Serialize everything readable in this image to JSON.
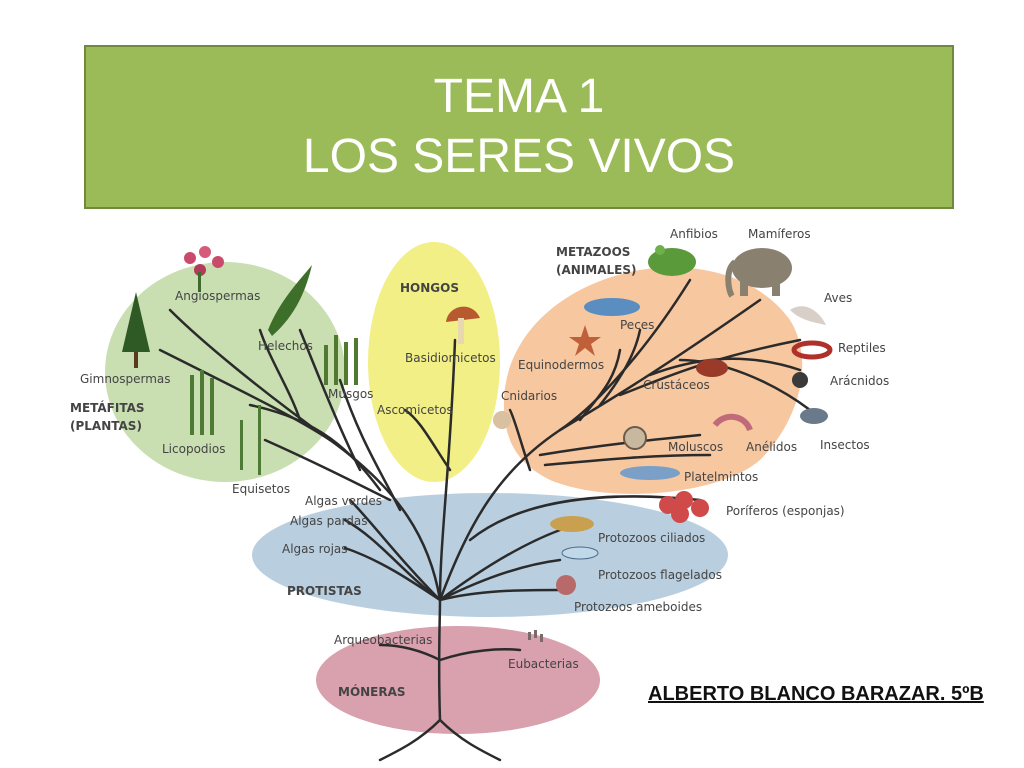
{
  "slide": {
    "title_line1": "TEMA 1",
    "title_line2": "LOS SERES VIVOS",
    "author": "ALBERTO BLANCO BARAZAR. 5ºB"
  },
  "colors": {
    "title_bg": "#9bbb59",
    "plantas_bg": "#c9dfb2",
    "hongos_bg": "#f2ef86",
    "animales_bg": "#f7c7a0",
    "protistas_bg": "#b9cfe0",
    "moneras_bg": "#d9a0ae"
  },
  "diagram": {
    "groups": {
      "metafitas_line1": "METÁFITAS",
      "metafitas_line2": "(PLANTAS)",
      "hongos": "HONGOS",
      "metazoos_line1": "METAZOOS",
      "metazoos_line2": "(ANIMALES)",
      "protistas": "PROTISTAS",
      "moneras": "MÓNERAS"
    },
    "plants": {
      "angiospermas": "Angiospermas",
      "helechos": "Helechos",
      "gimnospermas": "Gimnospermas",
      "musgos": "Musgos",
      "licopodios": "Licopodios",
      "equisetos": "Equisetos"
    },
    "fungi": {
      "basidiomicetos": "Basidiomicetos",
      "ascomicetos": "Ascomicetos"
    },
    "animals": {
      "anfibios": "Anfibios",
      "mamiferos": "Mamíferos",
      "aves": "Aves",
      "peces": "Peces",
      "equinodermos": "Equinodermos",
      "reptiles": "Reptiles",
      "crustaceos": "Crustáceos",
      "aracnidos": "Arácnidos",
      "cnidarios": "Cnidarios",
      "insectos": "Insectos",
      "moluscos": "Moluscos",
      "anelidos": "Anélidos",
      "platelmintos": "Platelmintos",
      "poriferos": "Poríferos (esponjas)"
    },
    "protists": {
      "algas_verdes": "Algas verdes",
      "algas_pardas": "Algas pardas",
      "algas_rojas": "Algas rojas",
      "ciliados": "Protozoos ciliados",
      "flagelados": "Protozoos flagelados",
      "ameboides": "Protozoos ameboides"
    },
    "monera": {
      "arqueobacterias": "Arqueobacterias",
      "eubacterias": "Eubacterias"
    }
  }
}
